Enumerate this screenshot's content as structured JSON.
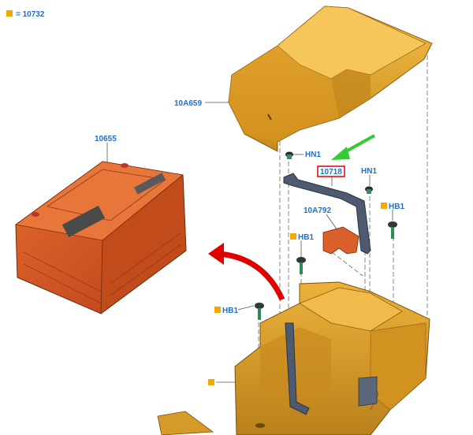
{
  "legend": {
    "marker_color": "#f2a900",
    "text": "= 10732"
  },
  "parts": {
    "cover": "10A659",
    "battery": "10655",
    "bracket": "10718",
    "pad": "10A792",
    "nut_left": "HN1",
    "nut_right": "HN1",
    "bolt_right": "HB1",
    "bolt_mid": "HB1",
    "bolt_left": "HB1"
  },
  "colors": {
    "label": "#1f6fd1",
    "highlight_box": "#e00000",
    "cover_fill": "#e1a428",
    "battery_fill": "#d4541f",
    "tray_fill": "#d79a26",
    "bracket_fill": "#4d5a70",
    "pad_fill": "#d9602a",
    "green_arrow": "#33cc33",
    "red_arrow": "#e00000"
  }
}
